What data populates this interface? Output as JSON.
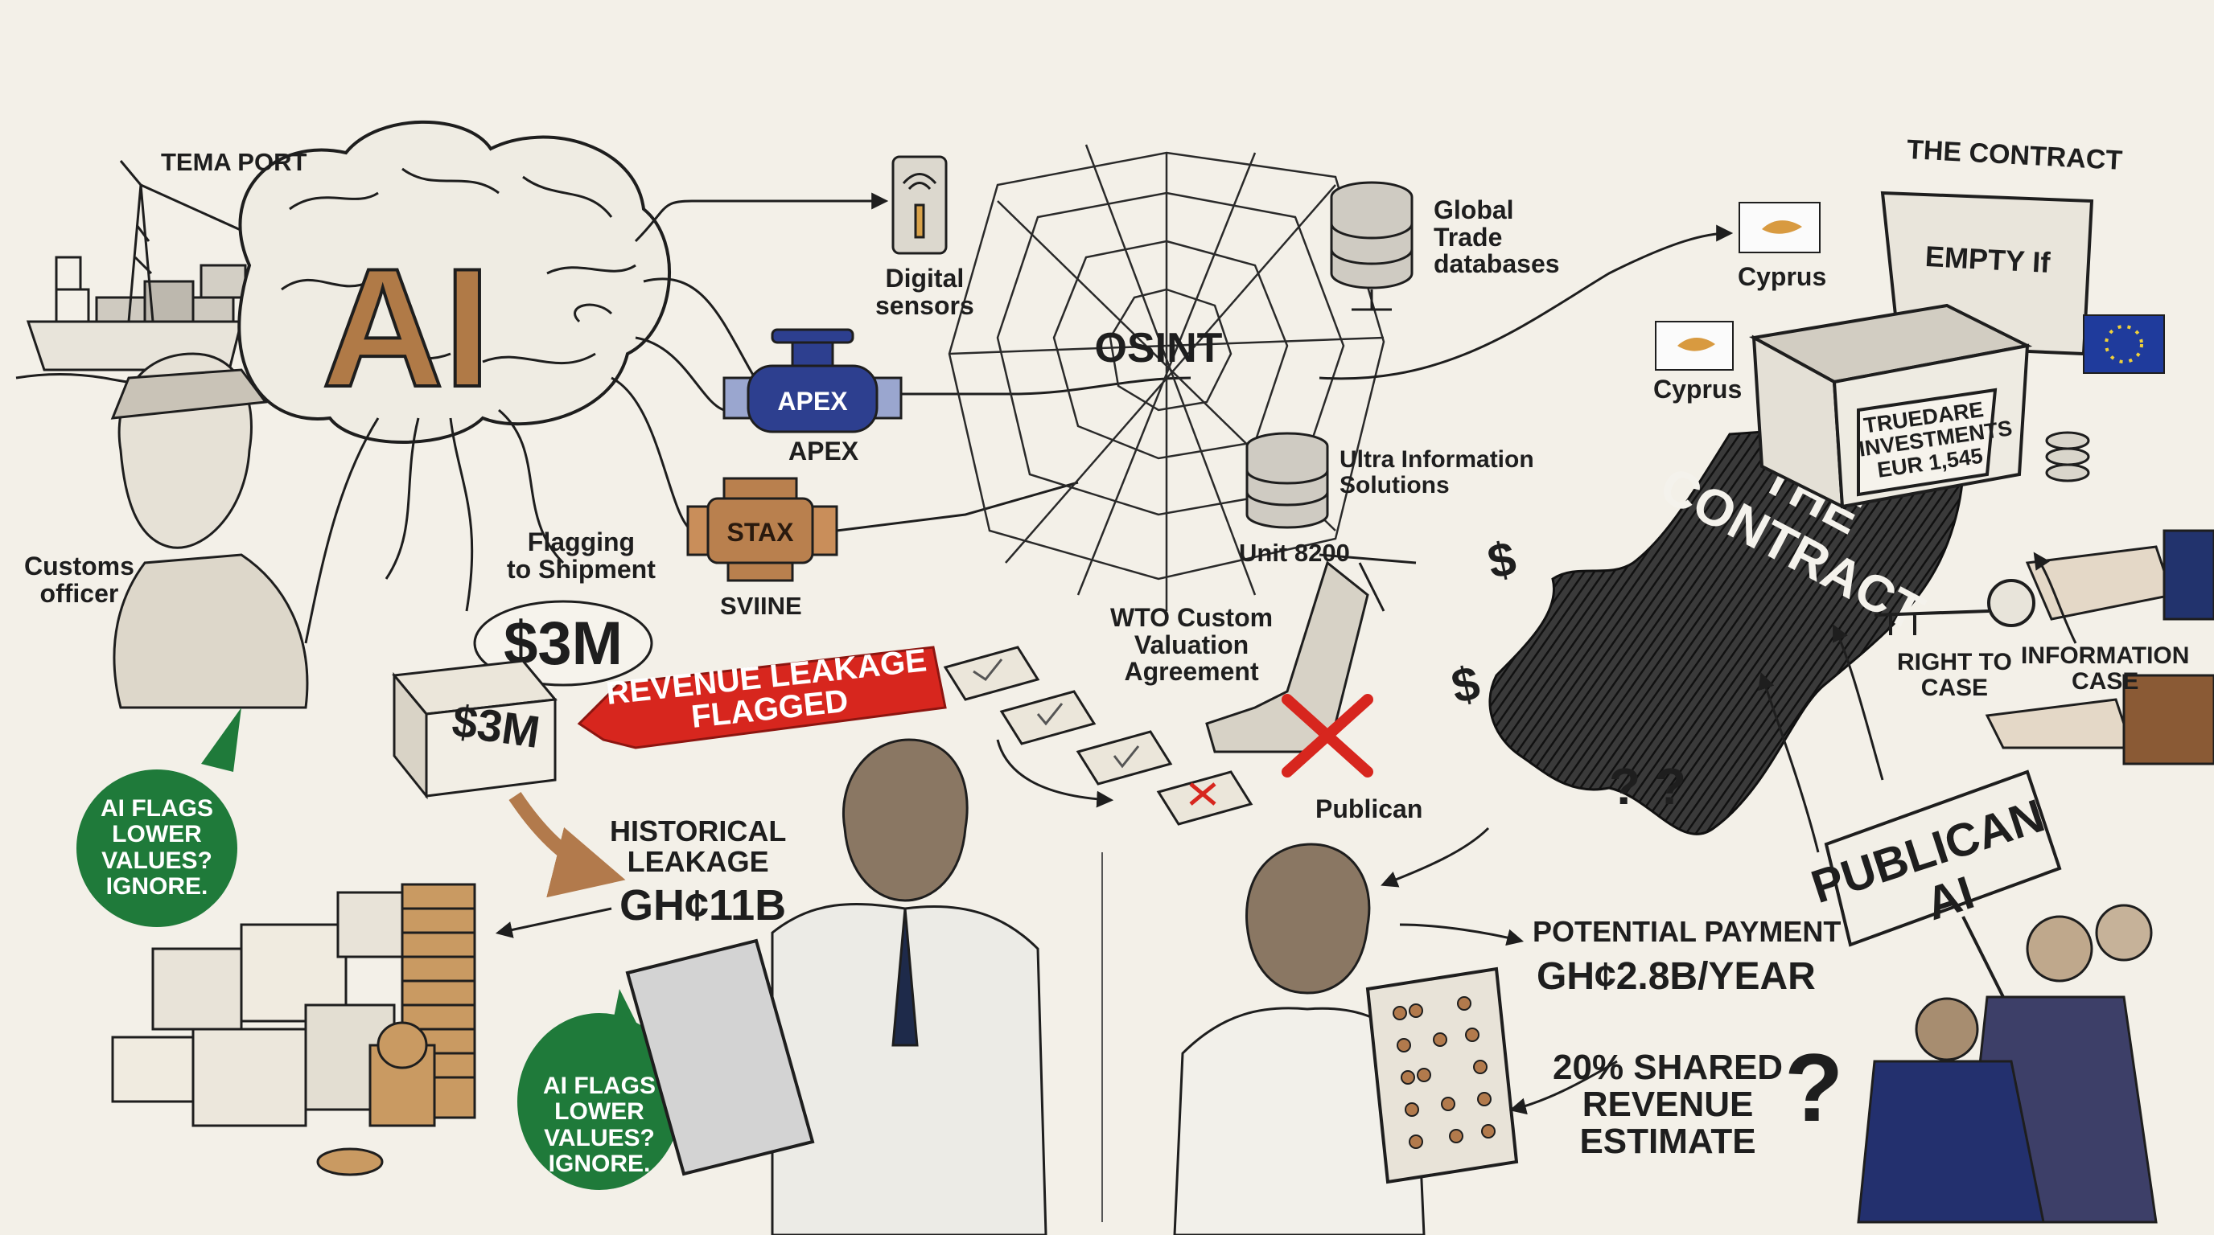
{
  "colors": {
    "paper": "#f3f0e8",
    "ink": "#1e1e1e",
    "ai_bronze": "#b07a47",
    "apex_blue": "#2d3f8f",
    "stax_bronze": "#b9804e",
    "alert_red": "#d7261e",
    "bubble_green": "#1f7a3a",
    "eu_blue": "#1f3b9c",
    "arrow_brown": "#b27a4c"
  },
  "icons": [
    "cargo-ship-icon",
    "port-crane-icon",
    "brain-icon",
    "digital-sensor-icon",
    "apex-valve-icon",
    "stax-engine-icon",
    "spider-web-icon",
    "database-icon",
    "server-icon",
    "cargo-box-icon",
    "coin-stack-icon",
    "tablet-icon",
    "abacus-icon",
    "treasure-chest-icon",
    "key-icon",
    "cyprus-flag-icon",
    "eu-flag-icon",
    "protest-sign-icon",
    "dollar-sign-icon",
    "boot-icon",
    "red-x-icon"
  ],
  "labels": {
    "tema_port": "TEMA PORT",
    "customs_officer": "Customs\nofficer",
    "ai": "AI",
    "digital_sensors": "Digital\nsensors",
    "apex_valve": "APEX",
    "apex_caption": "APEX",
    "stax_engine": "STAX",
    "sviine": "SVIINE",
    "flagging": "Flagging\nto Shipment",
    "osint": "OSINT",
    "global_trade": "Global\nTrade\ndatabases",
    "ultra_info": "Ultra Information\nSolutions",
    "unit_8200": "Unit 8200",
    "wto": "WTO Custom\nValuation\nAgreement",
    "publican_small": "Publican",
    "three_m_big": "$3M",
    "three_m_box": "$3M",
    "revenue_leakage": "REVENUE LEAKAGE\nFLAGGED",
    "bubble_1": "AI FLAGS\nLOWER\nVALUES?\nIGNORE.",
    "bubble_2": "AI FLAGS\nLOWER\nVALUES?\nIGNORE.",
    "historical_leakage": "HISTORICAL\nLEAKAGE",
    "ghc_11b": "GH¢11B",
    "the_contract_top": "THE CONTRACT",
    "empty_lid": "EMPTY If",
    "cyprus_1": "Cyprus",
    "cyprus_2": "Cyprus",
    "chest_label": "TRUEDARE\nINVESTMENTS\nEUR 1,545",
    "the_contract_shadow": "THE\nCONTRACT",
    "right_to_case": "RIGHT TO\nCASE",
    "information_case": "INFORMATION\nCASE",
    "publican_ai": "PUBLICAN\nAI",
    "potential_payment": "POTENTIAL PAYMENT",
    "ghc_28b": "GH¢2.8B/YEAR",
    "shared_revenue": "20% SHARED\nREVENUE\nESTIMATE",
    "question_mark": "?",
    "dollar": "$",
    "qmarks": "? ?"
  }
}
